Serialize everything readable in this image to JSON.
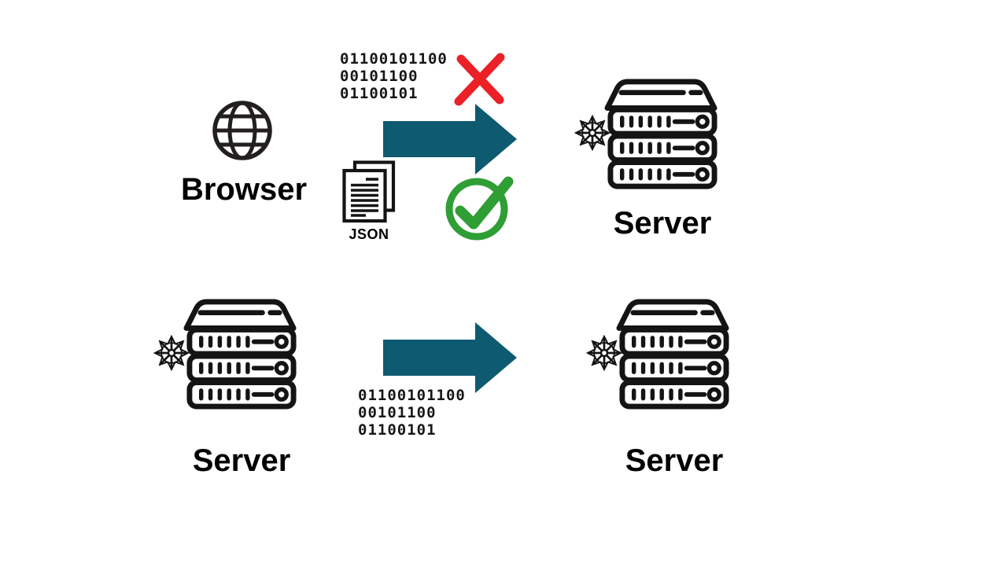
{
  "title": "Browser-to-server vs server-to-server data format diagram",
  "colors": {
    "arrow": "#0E5A70",
    "check_green": "#2F9E34",
    "cross_red": "#EC2027",
    "ink": "#141414"
  },
  "icons": {
    "browser": "globe-icon",
    "server": "server-rack-icon",
    "server_badge": "spoked-wheel-icon",
    "accepted": "checkmark-icon",
    "rejected": "cross-x-icon",
    "flow": "arrow-right-icon",
    "json": "json-documents-icon"
  },
  "top_flow": {
    "source_label": "Browser",
    "target_label": "Server",
    "binary": {
      "line1": "01100101100",
      "line2": "00101100",
      "line3": "01100101"
    },
    "json_label": "JSON"
  },
  "bottom_flow": {
    "source_label": "Server",
    "target_label": "Server",
    "binary": {
      "line1": "01100101100",
      "line2": "00101100",
      "line3": "01100101"
    }
  }
}
